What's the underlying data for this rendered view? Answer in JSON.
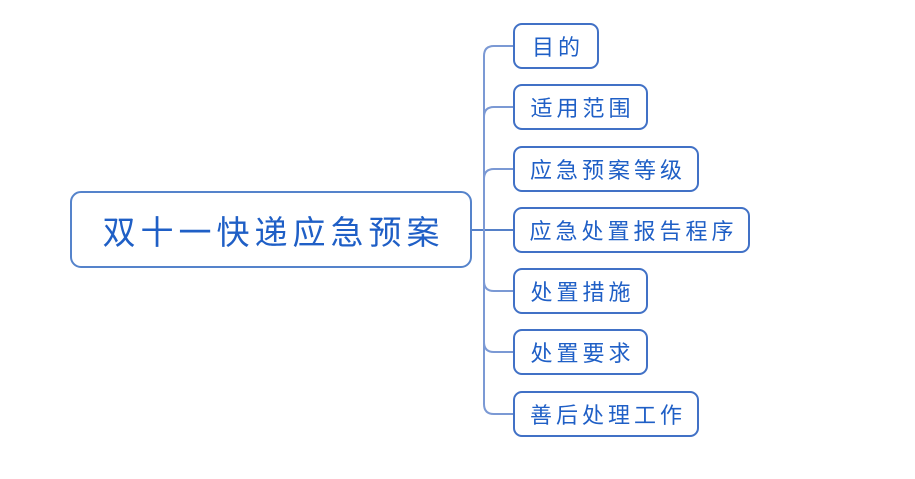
{
  "diagram": {
    "type": "mindmap",
    "root": {
      "label": "双十一快递应急预案"
    },
    "children": [
      {
        "label": "目的"
      },
      {
        "label": "适用范围"
      },
      {
        "label": "应急预案等级"
      },
      {
        "label": "应急处置报告程序"
      },
      {
        "label": "处置措施"
      },
      {
        "label": "处置要求"
      },
      {
        "label": "善后处理工作"
      }
    ],
    "colors": {
      "root_border": "#5583cb",
      "node_border": "#4171c6",
      "text": "#1f5fc6",
      "connector": "#7b99d4",
      "connector_main": "#5580c8"
    }
  }
}
